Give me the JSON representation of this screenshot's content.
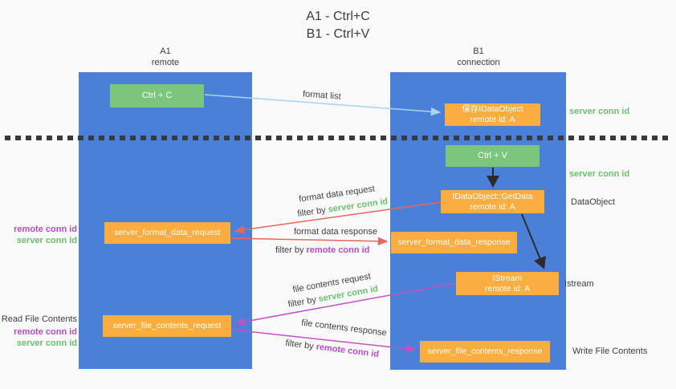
{
  "title": {
    "line1": "A1 - Ctrl+C",
    "line2": "B1 - Ctrl+V"
  },
  "columns": {
    "a": {
      "id": "A1",
      "subtitle": "remote"
    },
    "b": {
      "id": "B1",
      "subtitle": "connection"
    }
  },
  "nodes": {
    "ctrl_c": "Ctrl + C",
    "save_idataobject": {
      "line1": "保存IDataObject",
      "line2": "remote id: A"
    },
    "ctrl_v": "Ctrl + V",
    "getdata": {
      "line1": "IDataObject::GetData",
      "line2": "remote id: A"
    },
    "format_request": "server_format_data_request",
    "format_response": "server_format_data_response",
    "istream": {
      "line1": "IStream",
      "line2": "remote id: A"
    },
    "file_request": "server_file_contents_request",
    "file_response": "server_file_contents_response"
  },
  "flow_labels": {
    "format_list": "format list",
    "format_req": {
      "text": "format data request",
      "filter": "filter by",
      "id": "server conn id"
    },
    "format_resp": {
      "text": "format data response",
      "filter": "filter by",
      "id": "remote conn id"
    },
    "file_req": {
      "text": "file contents request",
      "filter": "filter by",
      "id": "server conn id"
    },
    "file_resp": {
      "text": "file contents response",
      "filter": "filter by",
      "id": "remote conn id"
    }
  },
  "side_labels": {
    "server_conn_top": "server conn id",
    "server_conn_mid": "server conn id",
    "dataobject": "DataObject",
    "istream": "Istream",
    "write_file": "Write File Contents",
    "read_file": "Read File Contents",
    "remote_conn_1": "remote conn id",
    "server_conn_1": "server conn id",
    "remote_conn_2": "remote conn id",
    "server_conn_2": "server conn id"
  },
  "colors": {
    "column_blue": "#4a80d8",
    "node_green": "#7cc57d",
    "node_orange": "#fbae3f",
    "arrow_red": "#e9655f",
    "arrow_magenta": "#bf53c4",
    "arrow_light_blue": "#a8d4f2",
    "arrow_black": "#2b2b2b",
    "label_green": "#6dbf6d",
    "label_purple": "#b44ec4"
  }
}
